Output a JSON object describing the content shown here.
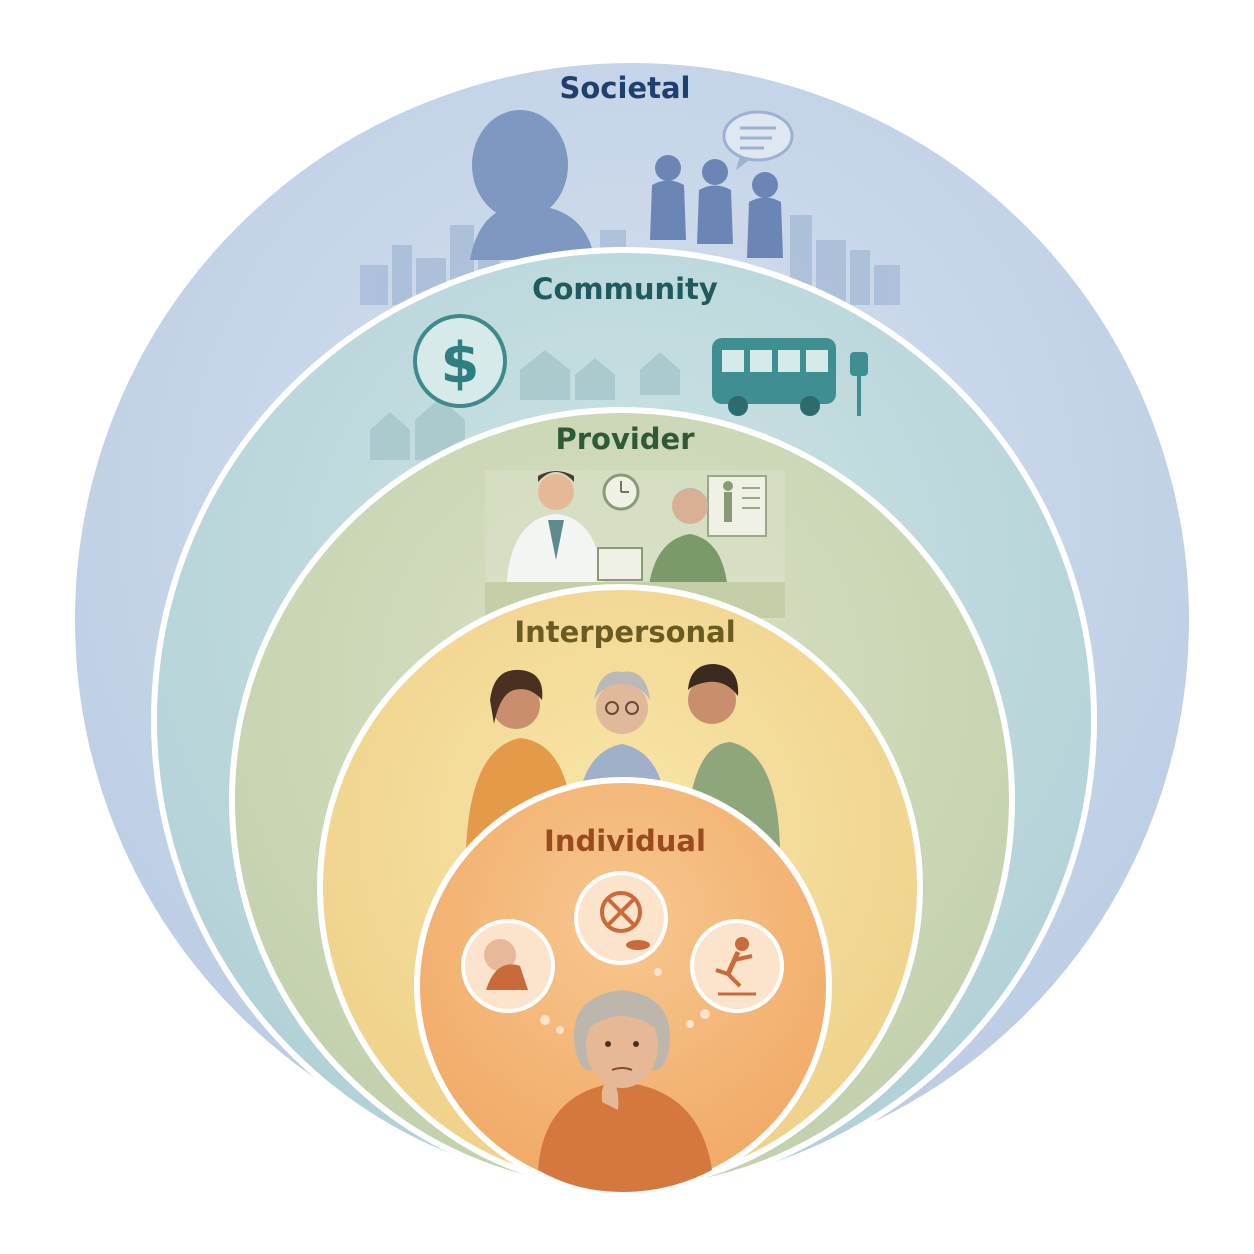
{
  "diagram": {
    "type": "nested-circles",
    "levels": [
      {
        "id": "societal",
        "label": "Societal",
        "fill": "#c3d3e8",
        "text_color": "#1f3f6e"
      },
      {
        "id": "community",
        "label": "Community",
        "fill": "#bcd9dd",
        "text_color": "#1f5a5e"
      },
      {
        "id": "provider",
        "label": "Provider",
        "fill": "#cbd7b5",
        "text_color": "#2f5a38"
      },
      {
        "id": "interpersonal",
        "label": "Interpersonal",
        "fill": "#f1d894",
        "text_color": "#6a5b20"
      },
      {
        "id": "individual",
        "label": "Individual",
        "fill": "#f3b474",
        "text_color": "#9a4a1f"
      }
    ],
    "icons": {
      "societal": [
        "elderly-person-silhouette-icon",
        "group-of-people-icon",
        "speech-bubble-icon",
        "city-skyline-icon"
      ],
      "community": [
        "dollar-coin-icon",
        "bus-icon",
        "bus-stop-sign-icon",
        "houses-skyline-icon"
      ],
      "provider": [
        "doctor-icon",
        "older-patient-icon",
        "clock-icon",
        "anatomy-chart-icon"
      ],
      "interpersonal": [
        "family-support-icon"
      ],
      "individual": [
        "concerned-elderly-woman-icon",
        "head-in-hand-icon",
        "prohibited-icon",
        "falling-person-icon"
      ]
    }
  }
}
